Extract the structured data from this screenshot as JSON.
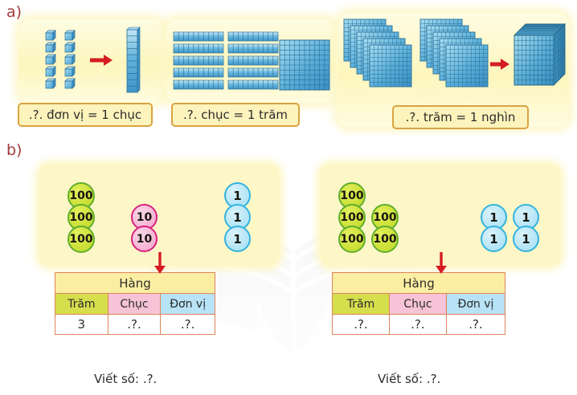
{
  "sections": {
    "a_label": "a)",
    "b_label": "b)"
  },
  "part_a": {
    "panels": [
      {
        "id": "ones-to-ten",
        "label": ".?. đơn vị = 1 chục",
        "source_count": 10,
        "source_block": "unit-cube",
        "result_block": "ten-rod",
        "arrow": "right-arrow"
      },
      {
        "id": "tens-to-hundred",
        "label": ".?. chục = 1 trăm",
        "source_count": 10,
        "source_block": "ten-rod",
        "result_block": "hundred-flat",
        "arrow": "right-arrow"
      },
      {
        "id": "hundreds-to-thousand",
        "label": ".?. trăm = 1 nghìn",
        "source_count": 10,
        "source_block": "hundred-flat",
        "result_block": "thousand-cube",
        "arrow": "right-arrow"
      }
    ]
  },
  "part_b": {
    "panels": [
      {
        "id": "left",
        "coins": {
          "hundreds": [
            "100",
            "100",
            "100"
          ],
          "tens": [
            "10",
            "10"
          ],
          "ones": [
            "1",
            "1",
            "1"
          ]
        },
        "table": {
          "group_header": "Hàng",
          "columns": [
            "Trăm",
            "Chục",
            "Đơn vị"
          ],
          "values": [
            "3",
            ".?.",
            ".?."
          ]
        },
        "write_number_label": "Viết số:",
        "write_number_value": ".?."
      },
      {
        "id": "right",
        "coins": {
          "hundreds": [
            "100",
            "100",
            "100",
            "100",
            "100"
          ],
          "tens": [],
          "ones": [
            "1",
            "1",
            "1",
            "1"
          ]
        },
        "table": {
          "group_header": "Hàng",
          "columns": [
            "Trăm",
            "Chục",
            "Đơn vị"
          ],
          "values": [
            ".?.",
            ".?.",
            ".?."
          ]
        },
        "write_number_label": "Viết số:",
        "write_number_value": ".?."
      }
    ]
  },
  "colors": {
    "card_yellow": "#fdf7c8",
    "label_border": "#d9a441",
    "arrow_red": "#d51c23",
    "block_blue": "#4ea8d8",
    "coin_green": "#cfe23c",
    "coin_pink": "#f6b9d6",
    "coin_blue": "#b8e6f7",
    "section_letter": "#a33a3a"
  }
}
